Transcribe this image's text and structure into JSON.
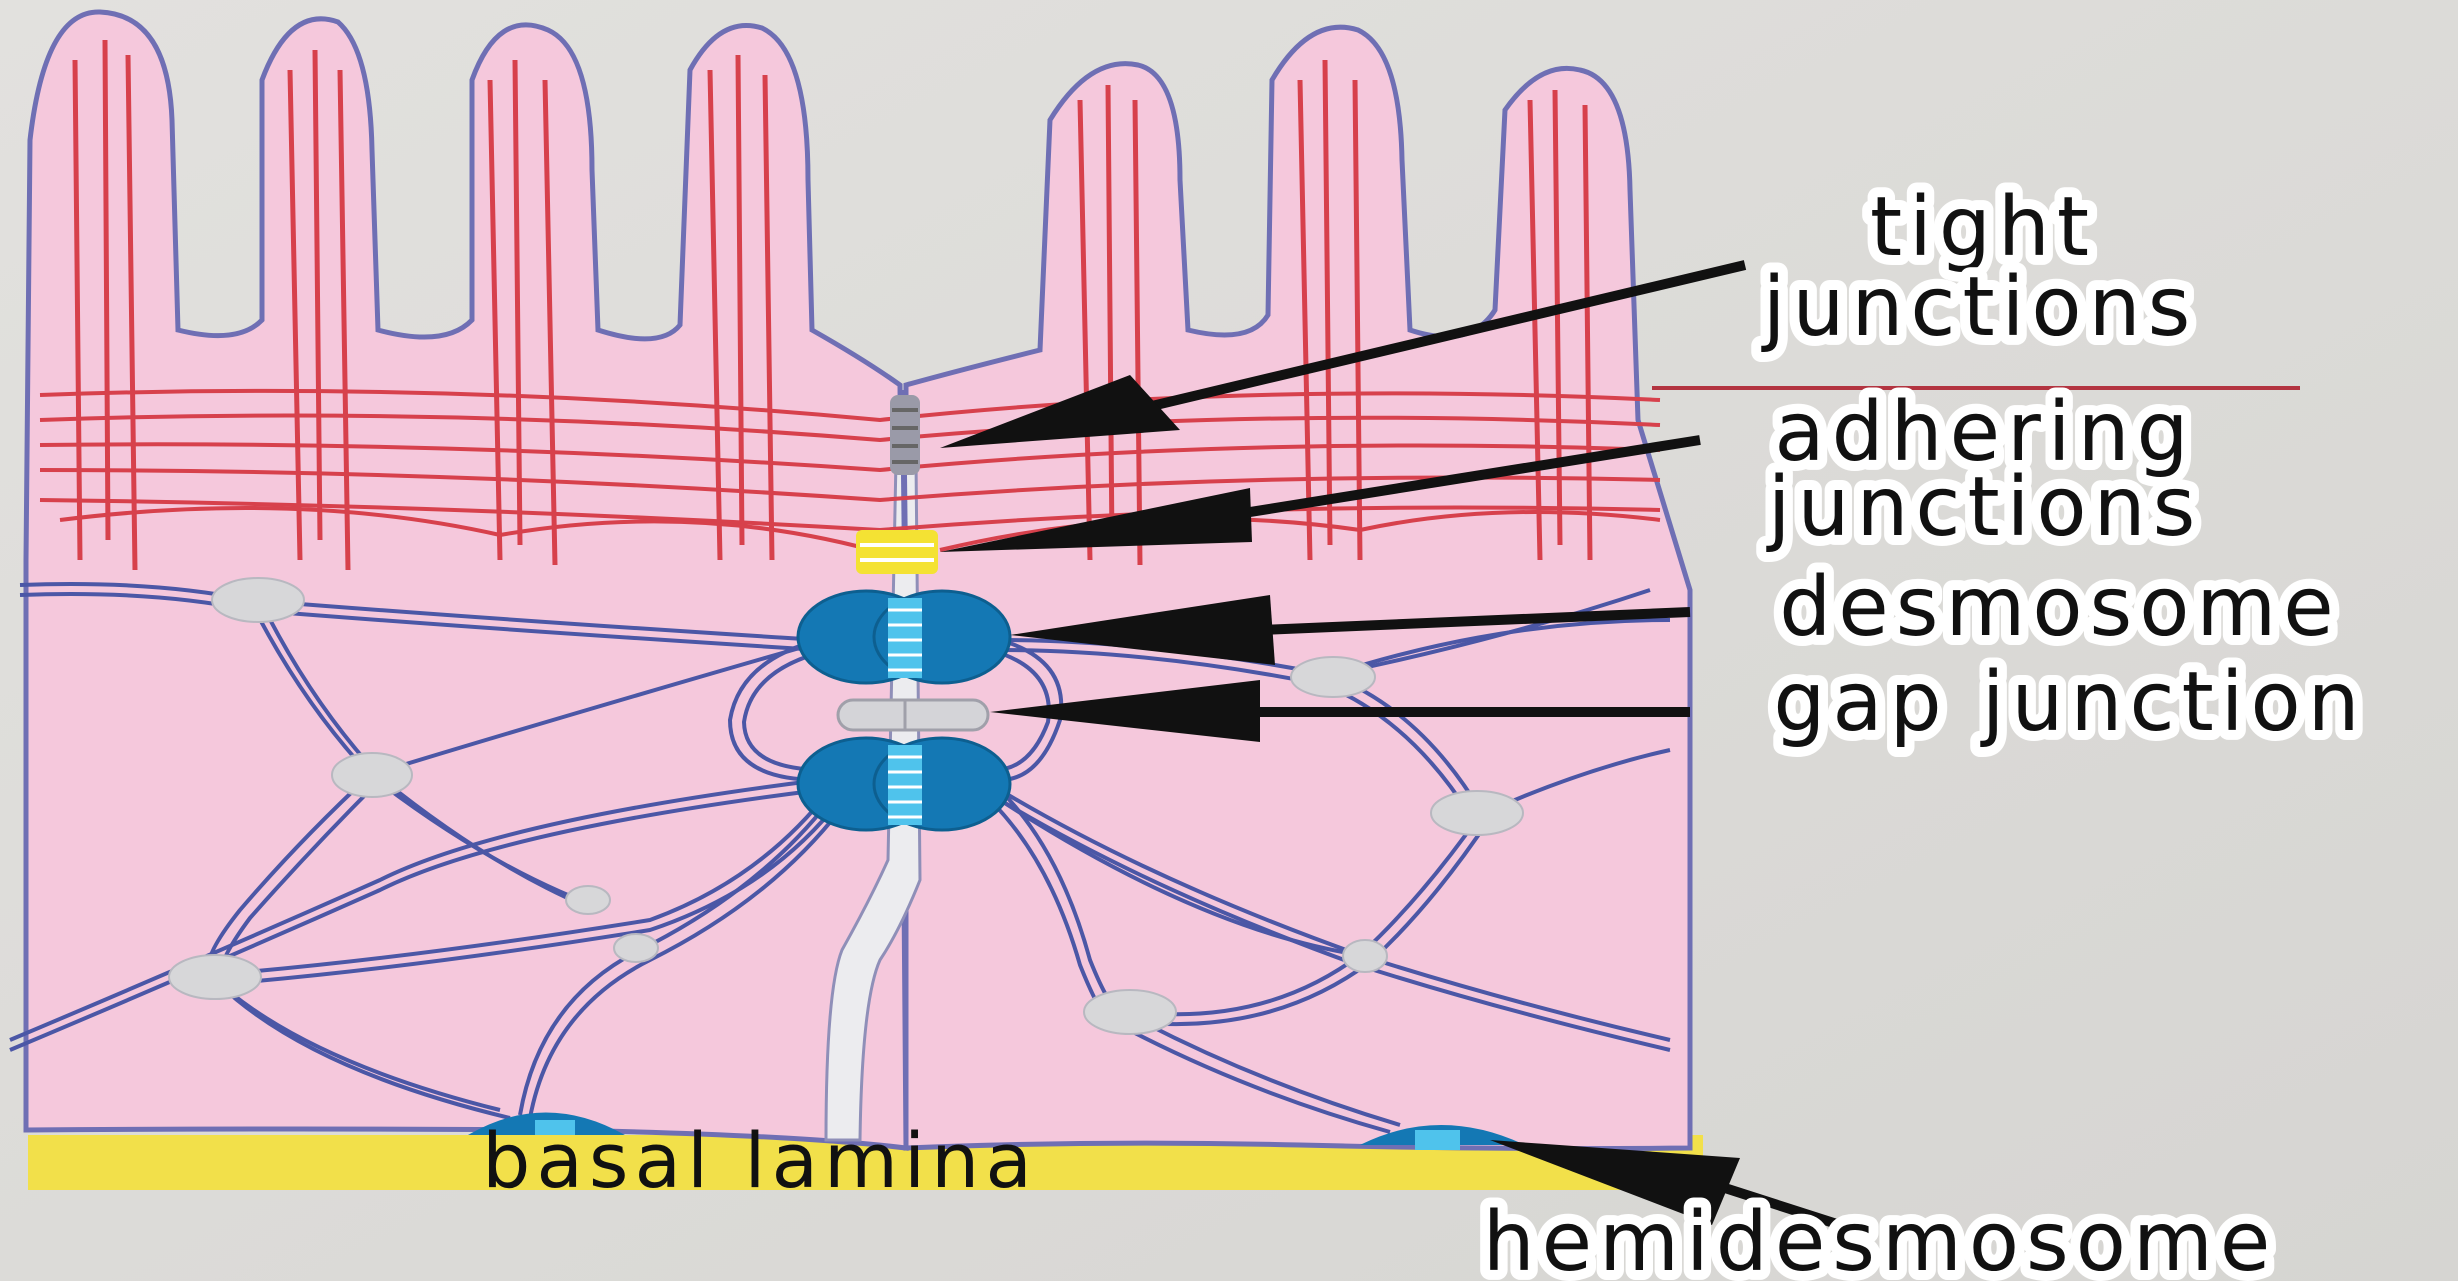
{
  "labels": {
    "tight_l1": "tight",
    "tight_l2": "junctions",
    "adhering_l1": "adhering",
    "adhering_l2": "junctions",
    "desmosome": "desmosome",
    "gap_junction": "gap junction",
    "basal_lamina": "basal lamina",
    "hemidesmosome": "hemidesmosome"
  },
  "colors": {
    "background": "#dcdbd8",
    "cell_fill": "#f5c8dc",
    "cell_outline": "#6f6fb4",
    "actin": "#d7414c",
    "intermediate_filament": "#4b57a6",
    "desmosome_plaque": "#1478b4",
    "junction_cyan": "#4fc3ec",
    "adhering_band": "#f4e233",
    "basal_lamina": "#f2e04a",
    "node": "#d7d7d9",
    "arrow": "#111111"
  }
}
